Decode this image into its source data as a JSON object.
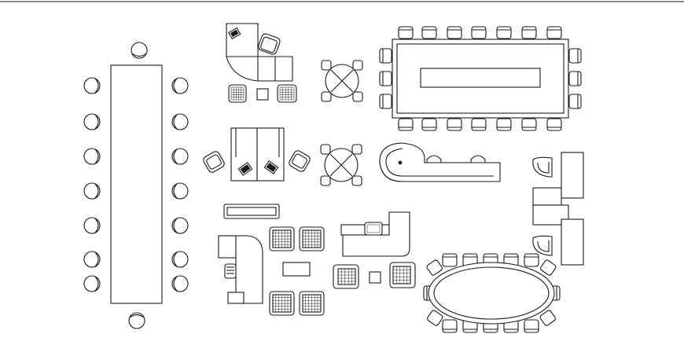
{
  "diagram": {
    "type": "furniture-layout-plan",
    "groups": [
      "long-conference-table",
      "l-shaped-workstation",
      "round-table-set-top",
      "rectangular-conference-table",
      "twin-office-desks",
      "round-table-set-middle",
      "curved-reception-desk",
      "wall-desk-units",
      "sofa-lounge",
      "corner-desk-unit",
      "armchair-lounge",
      "reception-counter",
      "oval-meeting-table"
    ]
  },
  "colors": {
    "stroke": "#1a1a1a",
    "background": "#ffffff"
  }
}
